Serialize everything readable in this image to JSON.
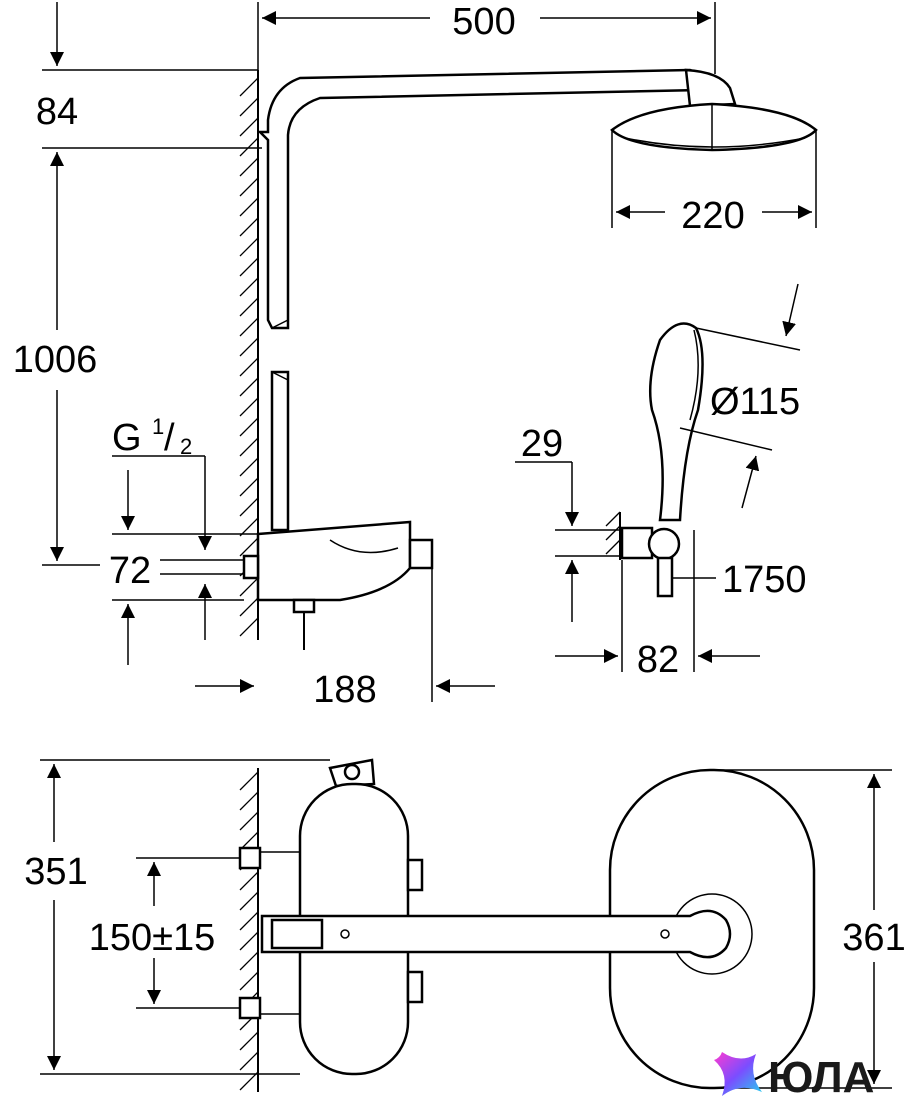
{
  "dimensions": {
    "arm_length": "500",
    "arm_height": "84",
    "overall_height": "1006",
    "head_diameter": "220",
    "hand_shower_diameter": "Ø115",
    "thread_prefix": "G",
    "thread_num": "1",
    "thread_slash": "/",
    "thread_den": "2",
    "inlet_offset": "72",
    "thermostat_projection": "188",
    "holder_offset": "29",
    "hose_length": "1750",
    "holder_projection": "82",
    "mixer_height": "351",
    "inlet_centers": "150±15",
    "plate_height": "361"
  },
  "logo": {
    "text": "ЮЛА",
    "colors": [
      "#ff3bd1",
      "#7b4dff",
      "#22d3ee",
      "#1a1a1a"
    ]
  }
}
